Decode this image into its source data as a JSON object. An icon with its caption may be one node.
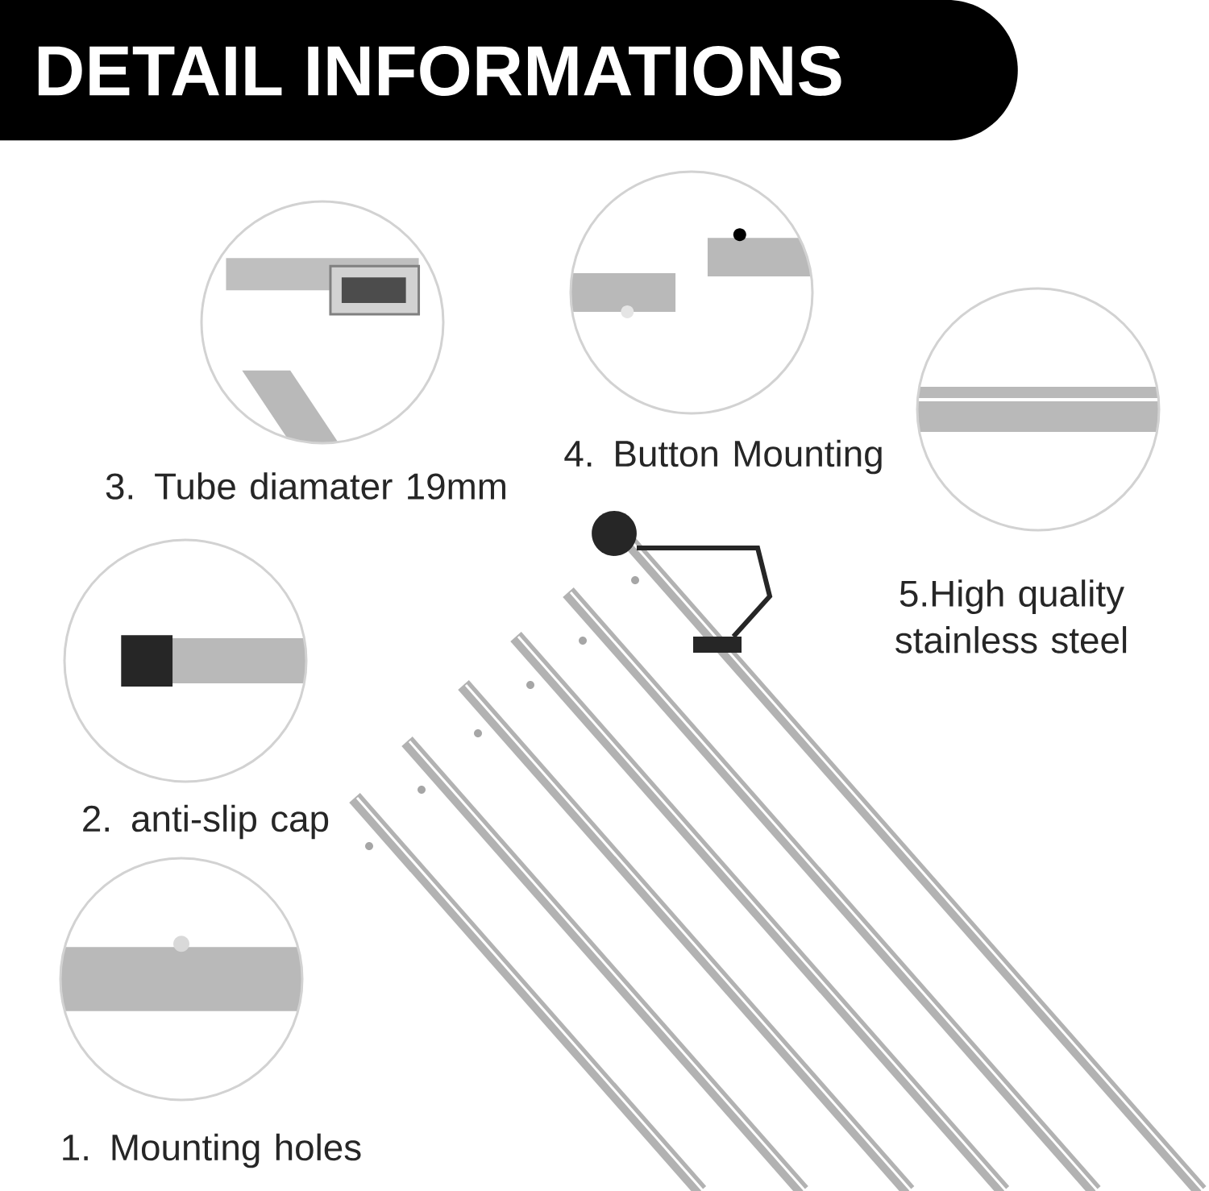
{
  "diagram": {
    "title": "DETAIL INFORMATIONS",
    "labels": [
      "3. Tube diamater 19mm",
      "4. Button Mounting",
      "5.High quality stainless steel",
      "2. anti-slip cap",
      "1. Mounting holes"
    ]
  }
}
